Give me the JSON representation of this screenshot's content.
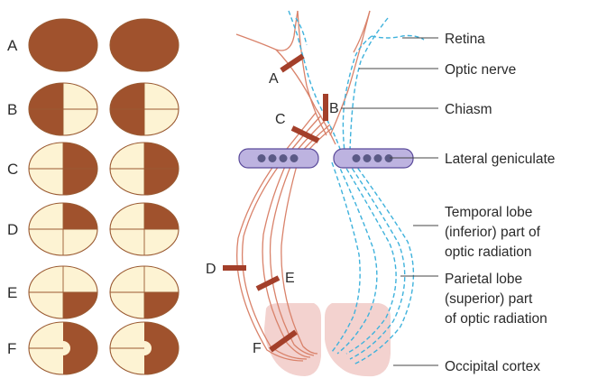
{
  "field_rows": [
    {
      "letter": "A",
      "left": "full",
      "right": "full"
    },
    {
      "letter": "B",
      "left": "left-half",
      "right": "left-half"
    },
    {
      "letter": "C",
      "left": "right-half",
      "right": "right-half"
    },
    {
      "letter": "D",
      "left": "upper-right",
      "right": "upper-right"
    },
    {
      "letter": "E",
      "left": "lower-right",
      "right": "lower-right"
    },
    {
      "letter": "F",
      "left": "right-half-macular-sparing",
      "right": "right-half-macular-sparing"
    }
  ],
  "lesion_labels": {
    "a": "A",
    "b": "B",
    "c": "C",
    "d": "D",
    "e": "E",
    "f": "F"
  },
  "structure_labels": {
    "retina": "Retina",
    "optic_nerve": "Optic nerve",
    "chiasm": "Chiasm",
    "lateral_geniculate": "Lateral geniculate",
    "temporal_1": "Temporal lobe",
    "temporal_2": "(inferior) part of",
    "temporal_3": "optic radiation",
    "parietal_1": "Parietal lobe",
    "parietal_2": "(superior) part",
    "parietal_3": "of optic radiation",
    "occipital": "Occipital cortex"
  },
  "colors": {
    "field_dark": "#a0522d",
    "field_light": "#fdf3d3",
    "field_outline": "#9a5a32",
    "left_pathway": "#d9826a",
    "right_pathway": "#3fb2dc",
    "lesion_bar": "#a33f2a",
    "lgn_fill": "#bdb3e0",
    "lgn_outline": "#5a4a9a",
    "lgn_dot": "#5b5a86",
    "cortex": "#f3d2cf"
  }
}
